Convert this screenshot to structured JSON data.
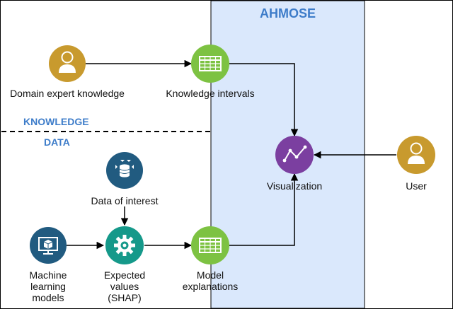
{
  "panel_title": "AHMOSE",
  "sections": {
    "knowledge": "KNOWLEDGE",
    "data": "DATA"
  },
  "nodes": {
    "domain_expert": "Domain expert knowledge",
    "knowledge_intervals": "Knowledge intervals",
    "visualization": "Visualization",
    "user": "User",
    "data_of_interest": "Data of interest",
    "ml_models": [
      "Machine",
      "learning",
      "models"
    ],
    "expected_values": [
      "Expected",
      "values",
      "(SHAP)"
    ],
    "model_explanations": [
      "Model",
      "explanations"
    ]
  },
  "colors": {
    "panel_fill": "#dae8fc",
    "gold": "#c89a2e",
    "green": "#7dc242",
    "purple": "#7b3fa0",
    "navy": "#215b80",
    "teal": "#15998a",
    "section_label": "#3d7cc9"
  },
  "icons": {
    "domain_expert": "user-icon",
    "user": "user-icon",
    "knowledge_intervals": "table-icon",
    "model_explanations": "table-icon",
    "visualization": "line-chart-icon",
    "data_of_interest": "database-icon",
    "ml_models": "monitor-cube-icon",
    "expected_values": "gear-icon"
  }
}
